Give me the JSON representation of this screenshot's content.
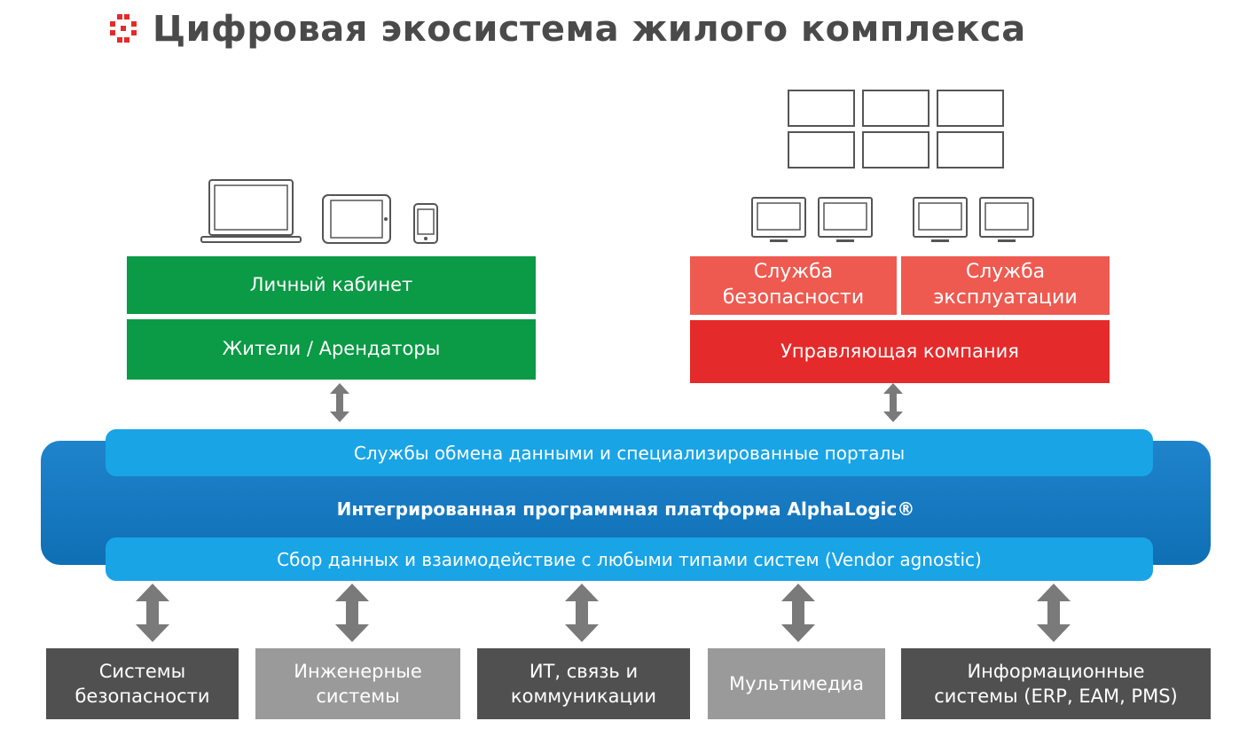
{
  "header": {
    "title": "Цифровая экосистема жилого комплекса",
    "logo_icon": "pixel-logo-icon",
    "logo_color": "#e52a2b"
  },
  "residents": {
    "devices": [
      "laptop-icon",
      "tablet-icon",
      "smartphone-icon"
    ],
    "cabinet_label": "Личный кабинет",
    "tenants_label": "Жители / Арендаторы"
  },
  "management": {
    "devices": [
      "video-wall-icon",
      "monitor-icon",
      "monitor-icon",
      "monitor-icon",
      "monitor-icon"
    ],
    "security_service": "Служба\nбезопасности",
    "operations_service": "Служба\nэксплуатации",
    "company_label": "Управляющая компания"
  },
  "platform": {
    "top_band": "Службы обмена данными и специализированные порталы",
    "title": "Интегрированная программная платформа AlphaLogic®",
    "bottom_band": "Сбор данных и взаимодействие с любыми типами систем (Vendor agnostic)"
  },
  "systems": [
    {
      "label": "Системы\nбезопасности"
    },
    {
      "label": "Инженерные\nсистемы"
    },
    {
      "label": "ИТ, связь и\nкоммуникации"
    },
    {
      "label": "Мультимедиа"
    },
    {
      "label": "Информационные\nсистемы (ERP, EAM, PMS)"
    }
  ],
  "colors": {
    "green": "#0b9a45",
    "red": "#e52a2b",
    "red_light": "#ee5a50",
    "blue": "#1f84cc",
    "blue_band": "#19a4e6",
    "dark_gray": "#505050",
    "light_gray": "#9a9a9a",
    "arrow": "#7a7a7a"
  }
}
